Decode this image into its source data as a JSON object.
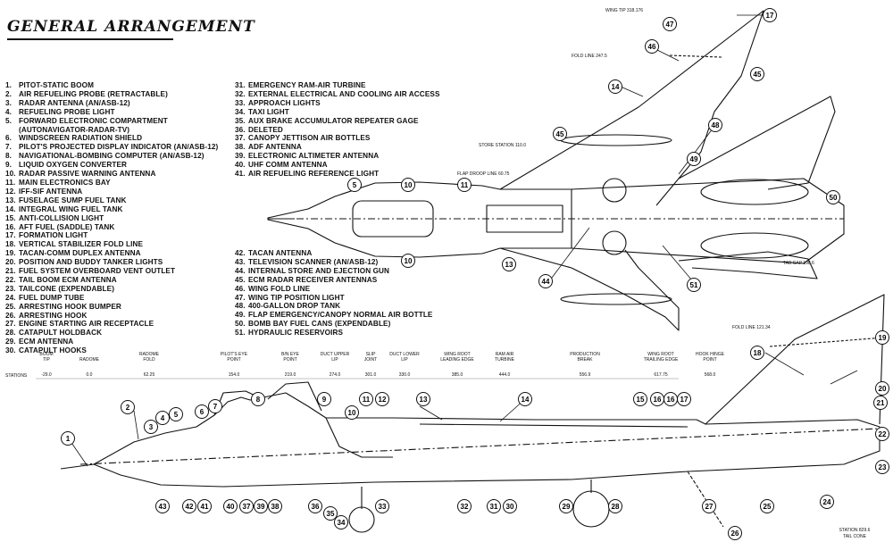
{
  "title": "GENERAL ARRANGEMENT",
  "legend_col1": [
    {
      "n": "1.",
      "t": "PITOT-STATIC BOOM"
    },
    {
      "n": "2.",
      "t": "AIR REFUELING PROBE (RETRACTABLE)"
    },
    {
      "n": "3.",
      "t": "RADAR ANTENNA (AN/ASB-12)"
    },
    {
      "n": "4.",
      "t": "REFUELING PROBE LIGHT"
    },
    {
      "n": "5.",
      "t": "FORWARD ELECTRONIC COMPARTMENT"
    },
    {
      "n": "",
      "t": "(AUTONAVIGATOR-RADAR-TV)"
    },
    {
      "n": "6.",
      "t": "WINDSCREEN RADIATION SHIELD"
    },
    {
      "n": "7.",
      "t": "PILOT'S PROJECTED DISPLAY INDICATOR (AN/ASB-12)"
    },
    {
      "n": "8.",
      "t": "NAVIGATIONAL-BOMBING COMPUTER (AN/ASB-12)"
    },
    {
      "n": "9.",
      "t": "LIQUID OXYGEN CONVERTER"
    },
    {
      "n": "10.",
      "t": "RADAR PASSIVE WARNING ANTENNA"
    },
    {
      "n": "11.",
      "t": "MAIN ELECTRONICS BAY"
    },
    {
      "n": "12.",
      "t": "IFF-SIF ANTENNA"
    },
    {
      "n": "13.",
      "t": "FUSELAGE SUMP FUEL TANK"
    },
    {
      "n": "14.",
      "t": "INTEGRAL WING FUEL TANK"
    },
    {
      "n": "15.",
      "t": "ANTI-COLLISION LIGHT"
    },
    {
      "n": "16.",
      "t": "AFT FUEL (SADDLE) TANK"
    },
    {
      "n": "17.",
      "t": "FORMATION LIGHT"
    },
    {
      "n": "18.",
      "t": "VERTICAL STABILIZER FOLD LINE"
    },
    {
      "n": "19.",
      "t": "TACAN-COMM DUPLEX ANTENNA"
    },
    {
      "n": "20.",
      "t": "POSITION AND BUDDY TANKER LIGHTS"
    },
    {
      "n": "21.",
      "t": "FUEL SYSTEM OVERBOARD VENT OUTLET"
    },
    {
      "n": "22.",
      "t": "TAIL BOOM ECM ANTENNA"
    },
    {
      "n": "23.",
      "t": "TAILCONE (EXPENDABLE)"
    },
    {
      "n": "24.",
      "t": "FUEL DUMP TUBE"
    },
    {
      "n": "25.",
      "t": "ARRESTING HOOK BUMPER"
    },
    {
      "n": "26.",
      "t": "ARRESTING HOOK"
    },
    {
      "n": "27.",
      "t": "ENGINE STARTING AIR RECEPTACLE"
    },
    {
      "n": "28.",
      "t": "CATAPULT HOLDBACK"
    },
    {
      "n": "29.",
      "t": "ECM ANTENNA"
    },
    {
      "n": "30.",
      "t": "CATAPULT HOOKS"
    }
  ],
  "legend_col2": [
    {
      "n": "31.",
      "t": "EMERGENCY RAM-AIR TURBINE"
    },
    {
      "n": "32.",
      "t": "EXTERNAL ELECTRICAL AND COOLING AIR ACCESS"
    },
    {
      "n": "33.",
      "t": "APPROACH LIGHTS"
    },
    {
      "n": "34.",
      "t": "TAXI LIGHT"
    },
    {
      "n": "35.",
      "t": "AUX BRAKE ACCUMULATOR REPEATER GAGE"
    },
    {
      "n": "36.",
      "t": "DELETED"
    },
    {
      "n": "37.",
      "t": "CANOPY JETTISON AIR BOTTLES"
    },
    {
      "n": "38.",
      "t": "ADF ANTENNA"
    },
    {
      "n": "39.",
      "t": "ELECTRONIC ALTIMETER ANTENNA"
    },
    {
      "n": "40.",
      "t": "UHF COMM ANTENNA"
    },
    {
      "n": "41.",
      "t": "AIR REFUELING REFERENCE LIGHT"
    }
  ],
  "legend_col3": [
    {
      "n": "42.",
      "t": "TACAN ANTENNA"
    },
    {
      "n": "43.",
      "t": "TELEVISION SCANNER (AN/ASB-12)"
    },
    {
      "n": "44.",
      "t": "INTERNAL STORE AND EJECTION GUN"
    },
    {
      "n": "45.",
      "t": "ECM RADAR RECEIVER ANTENNAS"
    },
    {
      "n": "46.",
      "t": "WING FOLD LINE"
    },
    {
      "n": "47.",
      "t": "WING TIP POSITION LIGHT"
    },
    {
      "n": "48.",
      "t": "400-GALLON DROP TANK"
    },
    {
      "n": "49.",
      "t": "FLAP EMERGENCY/CANOPY NORMAL AIR BOTTLE"
    },
    {
      "n": "50.",
      "t": "BOMB BAY FUEL CANS (EXPENDABLE)"
    },
    {
      "n": "51.",
      "t": "HYDRAULIC RESERVOIRS"
    }
  ],
  "plan_labels": {
    "wing_tip": "WING TIP 318.176",
    "fold_line": "FOLD LINE 247.5",
    "store_station": "STORE STATION 110.0",
    "flap_droop": "FLAP DROOP LINE 60.75",
    "tab_cap": "TAB CAP 198.6",
    "fold_line_2": "FOLD LINE 121.34"
  },
  "stations_label": "STATIONS",
  "stations": [
    {
      "name": "BOOM TIP",
      "value": "-29.0"
    },
    {
      "name": "RADOME",
      "value": "0.0"
    },
    {
      "name": "RADOME FOLD",
      "value": "62.25"
    },
    {
      "name": "PILOT'S EYE POINT",
      "value": "154.0"
    },
    {
      "name": "B/N EYE POINT",
      "value": "219.0"
    },
    {
      "name": "DUCT UPPER LIP",
      "value": "274.0"
    },
    {
      "name": "SLIP JOINT",
      "value": "301.0"
    },
    {
      "name": "DUCT LOWER LIP",
      "value": "330.0"
    },
    {
      "name": "WING ROOT LEADING EDGE",
      "value": "385.0"
    },
    {
      "name": "RAM AIR TURBINE",
      "value": "444.0"
    },
    {
      "name": "PRODUCTION BREAK",
      "value": "556.9"
    },
    {
      "name": "WING ROOT TRAILING EDGE",
      "value": "617.75"
    },
    {
      "name": "HOOK HINGE POINT",
      "value": "568.0"
    },
    {
      "name": "STATION",
      "value": "829.6"
    },
    {
      "name": "TAIL CONE",
      "value": ""
    }
  ],
  "callouts": {
    "c1": "1",
    "c2": "2",
    "c3": "3",
    "c4": "4",
    "c5": "5",
    "c6": "6",
    "c7": "7",
    "c8": "8",
    "c9": "9",
    "c10": "10",
    "c11": "11",
    "c12": "12",
    "c13": "13",
    "c14": "14",
    "c15": "15",
    "c16": "16",
    "c17": "17",
    "c18": "18",
    "c19": "19",
    "c20": "20",
    "c21": "21",
    "c22": "22",
    "c23": "23",
    "c24": "24",
    "c25": "25",
    "c26": "26",
    "c27": "27",
    "c28": "28",
    "c29": "29",
    "c30": "30",
    "c31": "31",
    "c32": "32",
    "c33": "33",
    "c34": "34",
    "c35": "35",
    "c36": "36",
    "c37": "37",
    "c38": "38",
    "c39": "39",
    "c40": "40",
    "c41": "41",
    "c42": "42",
    "c43": "43",
    "c44": "44",
    "c45": "45",
    "c46": "46",
    "c47": "47",
    "c48": "48",
    "c49": "49",
    "c50": "50",
    "c51": "51"
  }
}
